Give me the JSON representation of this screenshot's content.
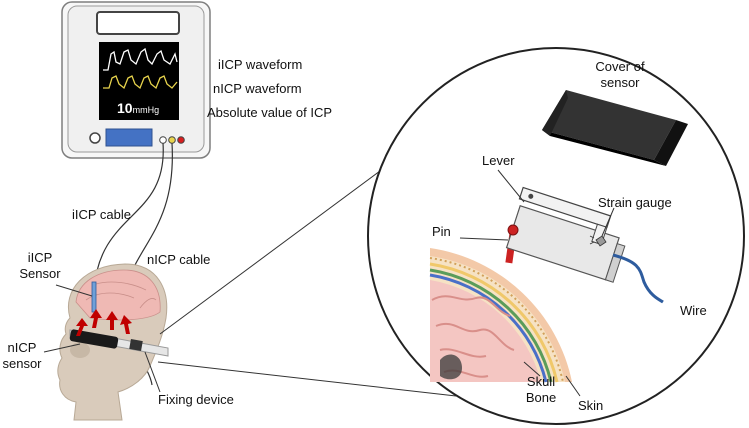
{
  "monitor": {
    "screen_value": "10",
    "screen_unit": "mmHg"
  },
  "labels": {
    "iicp_waveform": "iICP waveform",
    "nicp_waveform": "nICP waveform",
    "absolute_value": "Absolute value of ICP",
    "iicp_cable": "iICP cable",
    "nicp_cable": "nICP cable",
    "iicp_sensor_line1": "iICP",
    "iicp_sensor_line2": "Sensor",
    "nicp_sensor_line1": "nICP",
    "nicp_sensor_line2": "sensor",
    "fixing_device": "Fixing device",
    "cover_line1": "Cover of",
    "cover_line2": "sensor",
    "lever": "Lever",
    "strain_gauge": "Strain gauge",
    "pin": "Pin",
    "wire": "Wire",
    "skull": "Skull",
    "bone": "Bone",
    "skin": "Skin"
  },
  "colors": {
    "monitor_frame": "#f2f2f2",
    "monitor_border": "#7f7f7f",
    "screen": "#000000",
    "iicp_wave": "#ffffff",
    "nicp_wave": "#e8d44d",
    "display_panel": "#4472c4",
    "sensor_cover": "#1a1a1a",
    "pin": "#cc2222",
    "wire": "#2e5c9e",
    "brain": "#f4c6c2",
    "bone": "#f6e2c4",
    "arrows": "#c00000"
  }
}
